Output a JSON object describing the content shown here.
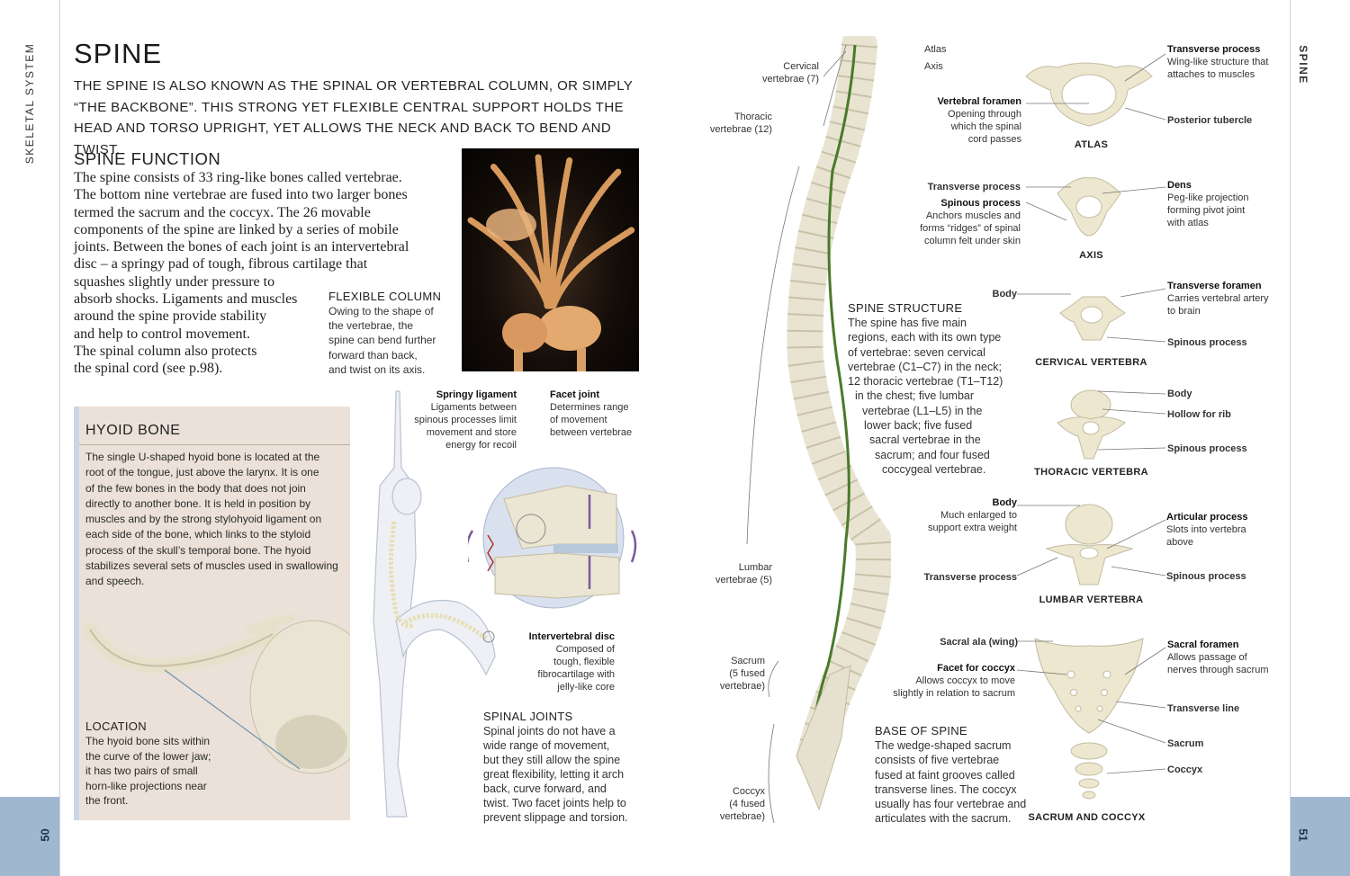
{
  "left_page": {
    "side_label": "SKELETAL SYSTEM",
    "page_number": "50",
    "title": "SPINE",
    "intro": "The spine is also known as the spinal or vertebral column, or simply “the backbone”. This strong yet flexible central support holds the head and torso upright, yet allows  the neck and back to bend and twist.",
    "function_heading": "SPINE FUNCTION",
    "function_lines": [
      "The spine consists of 33 ring-like bones called vertebrae.",
      "The bottom nine vertebrae are fused into two larger bones",
      "termed the sacrum and the coccyx. The 26 movable",
      "components of the spine are linked by a series of mobile",
      "joints. Between the bones of each joint is an intervertebral",
      "disc – a springy pad of tough, fibrous cartilage that",
      "squashes slightly under pressure to",
      "absorb shocks. Ligaments and muscles",
      "around the spine provide stability",
      "and help to control movement.",
      "The spinal column also protects",
      "the spinal cord (see p.98)."
    ],
    "flexible_column": {
      "heading": "FLEXIBLE COLUMN",
      "lines": [
        "Owing to the shape of",
        "the vertebrae, the",
        "spine can bend further",
        "forward than back,",
        "and twist on its axis."
      ]
    },
    "hyoid": {
      "heading": "HYOID BONE",
      "lines": [
        "The single U-shaped hyoid bone is located at the",
        "root of the tongue, just above the larynx. It is one",
        "of the few bones in the body that does not join",
        "directly to another bone. It is held in position by",
        "muscles and by the strong stylohyoid ligament on",
        "each side of the bone, which links to the styloid",
        "process of the skull’s temporal bone. The hyoid",
        "stabilizes several sets of muscles used in swallowing",
        "and speech."
      ],
      "location_heading": "LOCATION",
      "location_lines": [
        "The hyoid bone sits within",
        "the curve of the lower jaw;",
        "it has two pairs of small",
        "horn-like projections near",
        "the front."
      ]
    },
    "springy_ligament": {
      "title": "Springy ligament",
      "lines": [
        "Ligaments between",
        "spinous processes limit",
        "movement and store",
        "energy for recoil"
      ]
    },
    "facet_joint": {
      "title": "Facet joint",
      "lines": [
        "Determines range",
        "of movement",
        "between vertebrae"
      ]
    },
    "intervertebral_disc": {
      "title": "Intervertebral disc",
      "lines": [
        "Composed of",
        "tough, flexible",
        "fibrocartilage with",
        "jelly-like core"
      ]
    },
    "spinal_joints": {
      "heading": "SPINAL JOINTS",
      "lines": [
        "Spinal joints do not have a",
        "wide range of movement,",
        "but they still allow the spine",
        "great flexibility, letting it arch",
        "back, curve forward, and",
        "twist. Two facet joints help to",
        "prevent slippage and torsion."
      ]
    }
  },
  "right_page": {
    "side_label": "SPINE",
    "page_number": "51",
    "column_labels": {
      "atlas": "Atlas",
      "axis": "Axis",
      "cervical": [
        "Cervical",
        "vertebrae (7)"
      ],
      "thoracic": [
        "Thoracic",
        "vertebrae (12)"
      ],
      "lumbar": [
        "Lumbar",
        "vertebrae (5)"
      ],
      "sacrum": [
        "Sacrum",
        "(5 fused",
        "vertebrae)"
      ],
      "coccyx": [
        "Coccyx",
        "(4 fused",
        "vertebrae)"
      ]
    },
    "spine_structure": {
      "heading": "SPINE STRUCTURE",
      "lines": [
        "The spine has five main",
        "regions, each with its own type",
        "of vertebrae: seven cervical",
        "vertebrae (C1–C7) in the neck;",
        "12 thoracic vertebrae (T1–T12)",
        "in the chest; five lumbar",
        "vertebrae (L1–L5) in the",
        "lower back; five fused",
        "sacral vertebrae in the",
        "sacrum; and four fused",
        "coccygeal vertebrae."
      ]
    },
    "base_of_spine": {
      "heading": "BASE OF SPINE",
      "lines": [
        "The wedge-shaped sacrum",
        "consists of five vertebrae",
        "fused at faint grooves called",
        "transverse lines. The coccyx",
        "usually has four vertebrae and",
        "articulates with the sacrum."
      ]
    },
    "atlas": {
      "name": "ATLAS",
      "vertebral_foramen": {
        "title": "Vertebral foramen",
        "lines": [
          "Opening through",
          "which the spinal",
          "cord passes"
        ]
      },
      "transverse_process": {
        "title": "Transverse process",
        "lines": [
          "Wing-like structure that",
          "attaches to muscles"
        ]
      },
      "posterior_tubercle": "Posterior tubercle"
    },
    "axis": {
      "name": "AXIS",
      "transverse_process": "Transverse process",
      "spinous_process": {
        "title": "Spinous process",
        "lines": [
          "Anchors muscles and",
          "forms “ridges” of spinal",
          "column felt under skin"
        ]
      },
      "dens": {
        "title": "Dens",
        "lines": [
          "Peg-like projection",
          "forming pivot joint",
          "with atlas"
        ]
      }
    },
    "cervical": {
      "name": "CERVICAL VERTEBRA",
      "body": "Body",
      "transverse_foramen": {
        "title": "Transverse foramen",
        "lines": [
          "Carries vertebral artery",
          "to brain"
        ]
      },
      "spinous_process": "Spinous process"
    },
    "thoracic": {
      "name": "THORACIC VERTEBRA",
      "body": "Body",
      "hollow_for_rib": "Hollow for rib",
      "spinous_process": "Spinous process"
    },
    "lumbar": {
      "name": "LUMBAR VERTEBRA",
      "body": {
        "title": "Body",
        "lines": [
          "Much enlarged to",
          "support extra weight"
        ]
      },
      "transverse_process": "Transverse process",
      "articular_process": {
        "title": "Articular process",
        "lines": [
          "Slots into vertebra",
          "above"
        ]
      },
      "spinous_process": "Spinous process"
    },
    "sacrum_coccyx": {
      "name": "SACRUM AND COCCYX",
      "sacral_ala": "Sacral ala (wing)",
      "facet_for_coccyx": {
        "title": "Facet for coccyx",
        "lines": [
          "Allows coccyx to move",
          "slightly in relation to sacrum"
        ]
      },
      "sacral_foramen": {
        "title": "Sacral foramen",
        "lines": [
          "Allows passage of",
          "nerves through sacrum"
        ]
      },
      "transverse_line": "Transverse line",
      "sacrum": "Sacrum",
      "coccyx": "Coccyx"
    }
  },
  "colors": {
    "strip_blue": "#9fb8cf",
    "box_beige": "#ebe1d8",
    "bone": "#ece6d2",
    "nerve_green": "#4a7a2a",
    "arrow_purple": "#7a5a9a"
  }
}
